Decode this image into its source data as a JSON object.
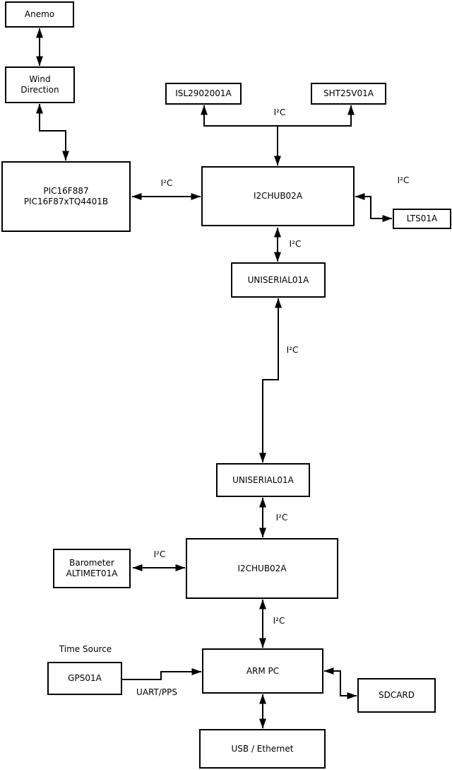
{
  "diagram": {
    "colors": {
      "background": "#ffffff",
      "box_fill": "#ffffff",
      "box_border": "#000000",
      "line": "#000000",
      "text": "#000000"
    },
    "nodes": [
      {
        "id": "anemo",
        "line1": "Anemo"
      },
      {
        "id": "wind",
        "line1": "Wind",
        "line2": "Direction"
      },
      {
        "id": "pic",
        "line1": "PIC16F887",
        "line2": "PIC16F87xTQ4401B"
      },
      {
        "id": "isl",
        "line1": "ISL2902001A"
      },
      {
        "id": "sht",
        "line1": "SHT25V01A"
      },
      {
        "id": "i2chub-1",
        "line1": "I2CHUB02A"
      },
      {
        "id": "lts",
        "line1": "LTS01A"
      },
      {
        "id": "uniserial-1",
        "line1": "UNISERIAL01A"
      },
      {
        "id": "uniserial-2",
        "line1": "UNISERIAL01A"
      },
      {
        "id": "i2chub-2",
        "line1": "I2CHUB02A"
      },
      {
        "id": "barometer",
        "line1": "Barometer",
        "line2": "ALTIMET01A"
      },
      {
        "id": "gps",
        "line1": "GPS01A"
      },
      {
        "id": "armpc",
        "line1": "ARM PC"
      },
      {
        "id": "sdcard",
        "line1": "SDCARD"
      },
      {
        "id": "usb",
        "line1": "USB / Ethernet"
      }
    ],
    "edges": [
      {
        "from": "Anemo",
        "to": "Wind Direction",
        "direction": "both",
        "label": ""
      },
      {
        "from": "Wind Direction",
        "to": "PIC16F887",
        "direction": "both",
        "label": ""
      },
      {
        "from": "PIC16F887",
        "to": "I2CHUB02A (upper)",
        "direction": "both",
        "label": "I²C"
      },
      {
        "from": "I2CHUB02A (upper)",
        "to": "ISL2902001A / SHT25V01A",
        "direction": "both",
        "label": "I²C"
      },
      {
        "from": "I2CHUB02A (upper)",
        "to": "LTS01A",
        "direction": "both",
        "label": "I²C"
      },
      {
        "from": "I2CHUB02A (upper)",
        "to": "UNISERIAL01A (upper)",
        "direction": "both",
        "label": "I²C"
      },
      {
        "from": "UNISERIAL01A (upper)",
        "to": "UNISERIAL01A (lower)",
        "direction": "both",
        "label": "I²C"
      },
      {
        "from": "UNISERIAL01A (lower)",
        "to": "I2CHUB02A (lower)",
        "direction": "both",
        "label": "I²C"
      },
      {
        "from": "Barometer ALTIMET01A",
        "to": "I2CHUB02A (lower)",
        "direction": "both",
        "label": "I²C"
      },
      {
        "from": "I2CHUB02A (lower)",
        "to": "ARM PC",
        "direction": "both",
        "label": "I²C"
      },
      {
        "from": "GPS01A",
        "to": "ARM PC",
        "direction": "one",
        "label": "UART/PPS"
      },
      {
        "from": "ARM PC",
        "to": "SDCARD",
        "direction": "both",
        "label": ""
      },
      {
        "from": "ARM PC",
        "to": "USB / Ethernet",
        "direction": "both",
        "label": ""
      }
    ],
    "annotations": {
      "time_source": "Time Source"
    }
  }
}
